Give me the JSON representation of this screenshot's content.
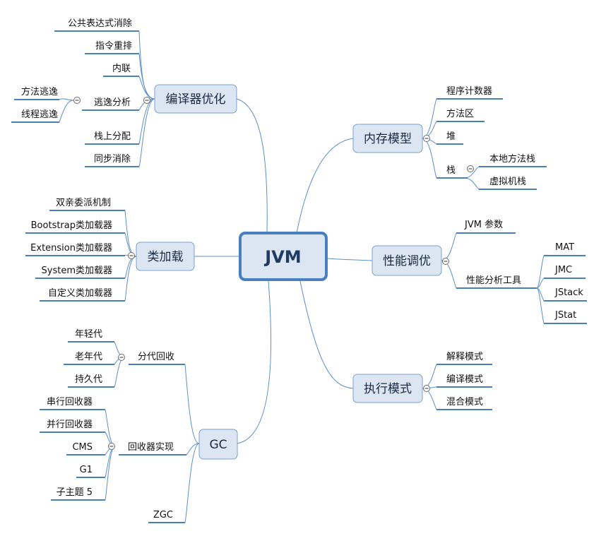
{
  "root": {
    "label": "JVM"
  },
  "branches": {
    "compiler": {
      "label": "编译器优化",
      "items": {
        "cse": "公共表达式消除",
        "reorder": "指令重排",
        "inline": "内联",
        "escape": "逃逸分析",
        "method_escape": "方法逃逸",
        "thread_escape": "线程逃逸",
        "stack_alloc": "栈上分配",
        "sync_elim": "同步消除"
      }
    },
    "classloading": {
      "label": "类加载",
      "items": {
        "parent_delegation": "双亲委派机制",
        "bootstrap": "Bootstrap类加载器",
        "extension": "Extension类加载器",
        "system": "System类加载器",
        "custom": "自定义类加载器"
      }
    },
    "gc": {
      "label": "GC",
      "items": {
        "generational": "分代回收",
        "young": "年轻代",
        "old": "老年代",
        "perm": "持久代",
        "collectors": "回收器实现",
        "serial": "串行回收器",
        "parallel": "并行回收器",
        "cms": "CMS",
        "g1": "G1",
        "subtopic5": "子主题 5",
        "zgc": "ZGC"
      }
    },
    "memory": {
      "label": "内存模型",
      "items": {
        "pc": "程序计数器",
        "method_area": "方法区",
        "heap": "堆",
        "stack": "栈",
        "native_stack": "本地方法栈",
        "vm_stack": "虚拟机栈"
      }
    },
    "tuning": {
      "label": "性能调优",
      "items": {
        "params": "JVM 参数",
        "tools": "性能分析工具",
        "mat": "MAT",
        "jmc": "JMC",
        "jstack": "JStack",
        "jstat": "JStat"
      }
    },
    "exec": {
      "label": "执行模式",
      "items": {
        "interp": "解释模式",
        "compiled": "编译模式",
        "mixed": "混合模式"
      }
    }
  }
}
